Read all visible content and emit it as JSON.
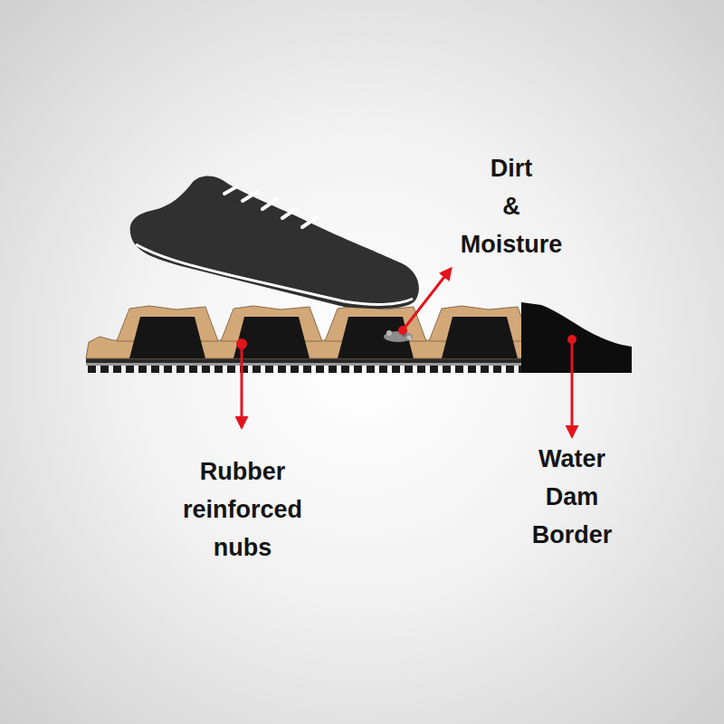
{
  "diagram": {
    "labels": [
      "Dirt & Moisture",
      "Rubber reinforced nubs",
      "Water Dam Border"
    ]
  }
}
